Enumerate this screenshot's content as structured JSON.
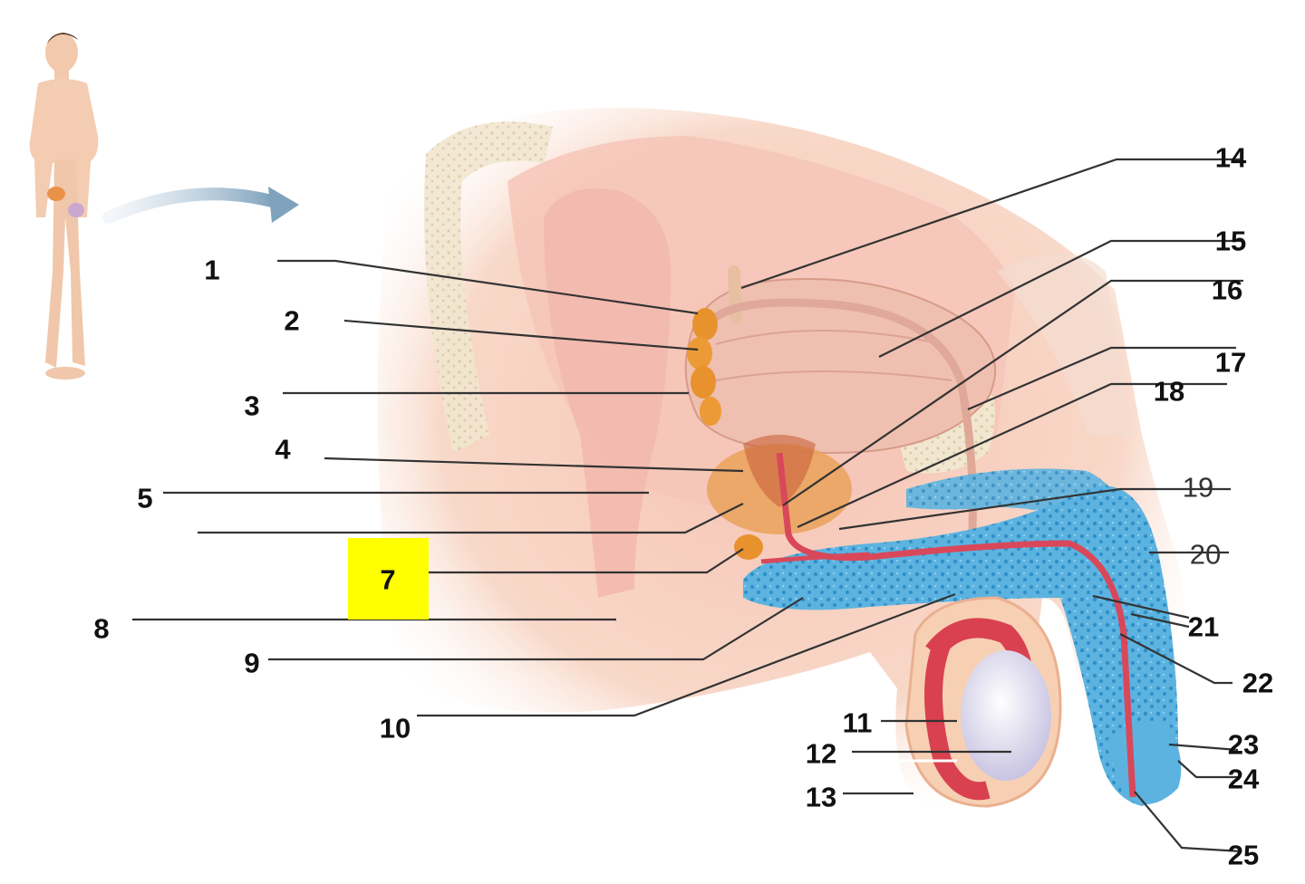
{
  "colors": {
    "highlight": "#ffff00",
    "leader_line": "#333333",
    "label_text": "#111111",
    "skin": "#f6d3bb",
    "pelvic_tissue": "#f4c0b0",
    "bladder": "#efc0b0",
    "ductus": "#e2a898",
    "seminal_vesicle": "#e8922e",
    "prostate": "#eaa25a",
    "spongy_tissue": "#4ba6d8",
    "urethra": "#d9485a",
    "epididymis": "#d94150",
    "testis": "#dcdaf0",
    "bone": "#f3ead6",
    "arrow": "#7fa2bd"
  },
  "labels": [
    {
      "id": "1",
      "text": "1"
    },
    {
      "id": "2",
      "text": "2"
    },
    {
      "id": "3",
      "text": "3"
    },
    {
      "id": "4",
      "text": "4"
    },
    {
      "id": "5",
      "text": "5"
    },
    {
      "id": "7",
      "text": "7"
    },
    {
      "id": "8",
      "text": "8"
    },
    {
      "id": "9",
      "text": "9"
    },
    {
      "id": "10",
      "text": "10"
    },
    {
      "id": "11",
      "text": "11"
    },
    {
      "id": "12",
      "text": "12"
    },
    {
      "id": "13",
      "text": "13"
    },
    {
      "id": "14",
      "text": "14"
    },
    {
      "id": "15",
      "text": "15"
    },
    {
      "id": "16",
      "text": "16"
    },
    {
      "id": "17",
      "text": "17"
    },
    {
      "id": "18",
      "text": "18"
    },
    {
      "id": "19",
      "text": "19"
    },
    {
      "id": "20",
      "text": "20"
    },
    {
      "id": "21",
      "text": "21"
    },
    {
      "id": "22",
      "text": "22"
    },
    {
      "id": "23",
      "text": "23"
    },
    {
      "id": "24",
      "text": "24"
    },
    {
      "id": "25",
      "text": "25"
    }
  ]
}
